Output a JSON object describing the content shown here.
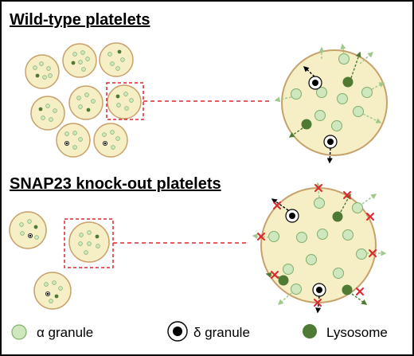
{
  "panels": {
    "wild_type_title": "Wild-type platelets",
    "knockout_title": "SNAP23 knock-out platelets"
  },
  "legend": {
    "alpha_symbol": "α",
    "alpha_label": " granule",
    "delta_symbol": "δ",
    "delta_label": " granule",
    "lysosome_label": "Lysosome"
  },
  "colors": {
    "platelet_fill": "#f6efc6",
    "platelet_stroke": "#c7a16a",
    "alpha_fill": "#cfe7bf",
    "alpha_stroke": "#7fae6a",
    "lysosome_fill": "#4f7a34",
    "dashed_box": "#e0252d",
    "block_mark": "#e0252d",
    "arrow_light": "#9ec98a",
    "arrow_dark": "#4f7a34",
    "arrow_black": "#000000"
  }
}
